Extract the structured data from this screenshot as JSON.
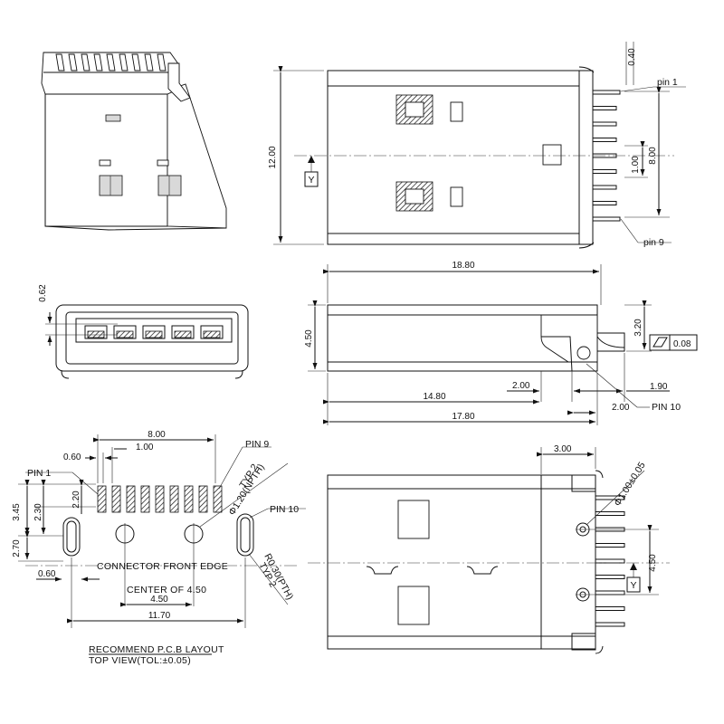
{
  "labels": {
    "pin1_top": "pin 1",
    "pin9_top": "pin 9",
    "pin10_side": "PIN 10",
    "pin1_pcb": "PIN 1",
    "pin9_pcb": "PIN 9",
    "pin10_pcb": "PIN 10",
    "hole_npth": "Φ1.20(NPTH)",
    "typ2_a": "TYP 2",
    "slot_pth": "R0.30(PTH)",
    "typ2_b": "TYP 2",
    "front_edge": "CONNECTOR FRONT EDGE",
    "center_of": "CENTER OF 4.50",
    "hole_pth": "Φ1.00±0.05",
    "datum": "Y",
    "flatness": "0.08"
  },
  "dimensions": {
    "top_040": "0.40",
    "top_800": "8.00",
    "top_100": "1.00",
    "top_1200": "12.00",
    "front_062": "0.62",
    "side_1880": "18.80",
    "side_450": "4.50",
    "side_320": "3.20",
    "side_200a": "2.00",
    "side_190": "1.90",
    "side_1480": "14.80",
    "side_200b": "2.00",
    "side_1780": "17.80",
    "pcb_800": "8.00",
    "pcb_060a": "0.60",
    "pcb_100": "1.00",
    "pcb_220": "2.20",
    "pcb_230": "2.30",
    "pcb_345": "3.45",
    "pcb_270": "2.70",
    "pcb_060b": "0.60",
    "pcb_450": "4.50",
    "pcb_1170": "11.70",
    "bottom_300": "3.00",
    "bottom_450": "4.50"
  },
  "captions": {
    "title": "RECOMMEND P.C.B LAYOUT",
    "subtitle": "TOP VIEW(TOL:±0.05)"
  },
  "counts": {
    "pins_per_row": 9,
    "front_contacts": 5
  }
}
